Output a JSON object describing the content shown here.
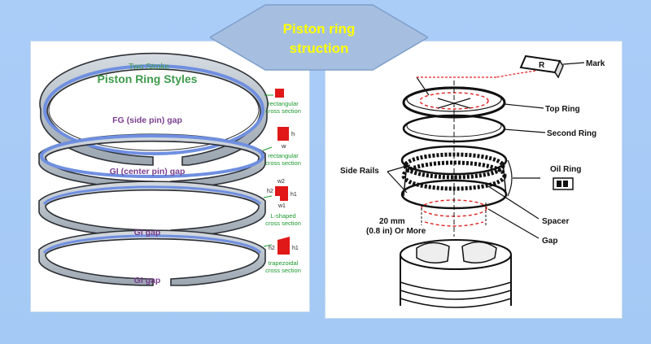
{
  "banner": {
    "line1": "Piston ring",
    "line2": "struction",
    "text_color": "#ffff00",
    "fill_color": "#a6bfe0"
  },
  "left_diagram": {
    "heading_small": "Two Stroke",
    "heading_large": "Piston Ring Styles",
    "ring_labels": [
      "FG (side pin) gap",
      "GI (center pin) gap",
      "GI gap",
      "GI gap"
    ],
    "cross_sections": [
      {
        "name": "rectangular cross section",
        "lines": [
          "rectangular",
          "cross section"
        ],
        "dims": []
      },
      {
        "name": "rectangular cross section",
        "lines": [
          "rectangular",
          "cross section"
        ],
        "dims": [
          "h",
          "w"
        ]
      },
      {
        "name": "L-shaped cross section",
        "lines": [
          "L-shaped",
          "cross section"
        ],
        "dims": [
          "w2",
          "h2",
          "h1",
          "w1"
        ]
      },
      {
        "name": "trapezoidal cross section",
        "lines": [
          "trapezoidal",
          "cross section"
        ],
        "dims": [
          "h2",
          "h1"
        ]
      }
    ],
    "colors": {
      "heading": "#3d9a4a",
      "gap_label": "#7a3f8f",
      "ring_blue": "#6f8fe0",
      "ring_grey": "#b9c3cc",
      "section_red": "#e01818",
      "section_text": "#1c9a2e"
    }
  },
  "right_diagram": {
    "labels": {
      "mark": "Mark",
      "top_ring": "Top Ring",
      "second_ring": "Second Ring",
      "oil_ring": "Oil Ring",
      "side_rails": "Side Rails",
      "spacer": "Spacer",
      "gap": "Gap",
      "distance_line1": "20 mm",
      "distance_line2": "(0.8 in) Or More",
      "mark_letter": "R"
    },
    "colors": {
      "dashed": "#e02020",
      "line": "#111111"
    }
  }
}
